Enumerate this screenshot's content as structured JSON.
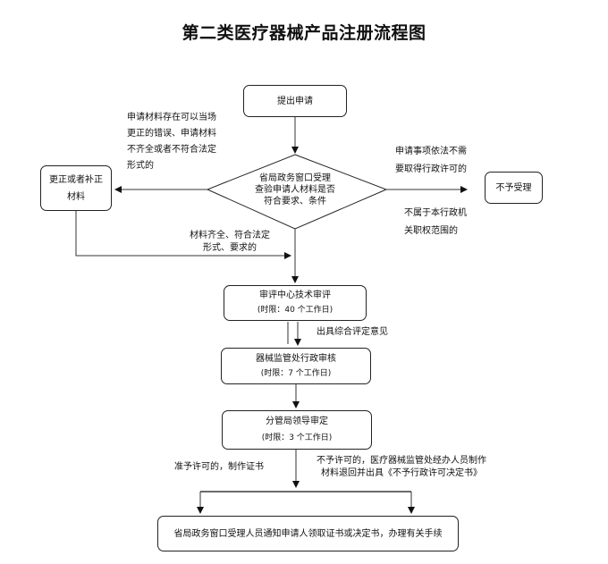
{
  "title": "第二类医疗器械产品注册流程图",
  "nodes": {
    "submit": "提出申请",
    "window_review": [
      "省局政务窗口受理",
      "查验申请人材料是否",
      "符合要求、条件"
    ],
    "correct": [
      "更正或者补正",
      "材料"
    ],
    "reject": "不予受理",
    "tech_review": {
      "name": "审评中心技术审评",
      "time": "(时限：40 个工作日)"
    },
    "admin_review": {
      "name": "器械监管处行政审核",
      "time": "(时限：7 个工作日)"
    },
    "leader_approve": {
      "name": "分管局领导审定",
      "time": "(时限：3 个工作日)"
    },
    "notify": "省局政务窗口受理人员通知申请人领取证书或决定书，办理有关手续"
  },
  "edge_labels": {
    "correctable": [
      "申请材料存在可以当场",
      "更正的错误、申请材料",
      "不齐全或者不符合法定",
      "形式的"
    ],
    "no_permit_needed": [
      "申请事项依法不需",
      "要取得行政许可的"
    ],
    "out_of_scope": [
      "不属于本行政机",
      "关职权范围的"
    ],
    "complete": [
      "材料齐全、符合法定",
      "形式、要求的"
    ],
    "opinion": "出具综合评定意见",
    "approved": "准予许可的，制作证书",
    "denied": [
      "不予许可的，医疗器械监管处经办人员制作",
      "材料退回并出具《不予行政许可决定书》"
    ]
  }
}
